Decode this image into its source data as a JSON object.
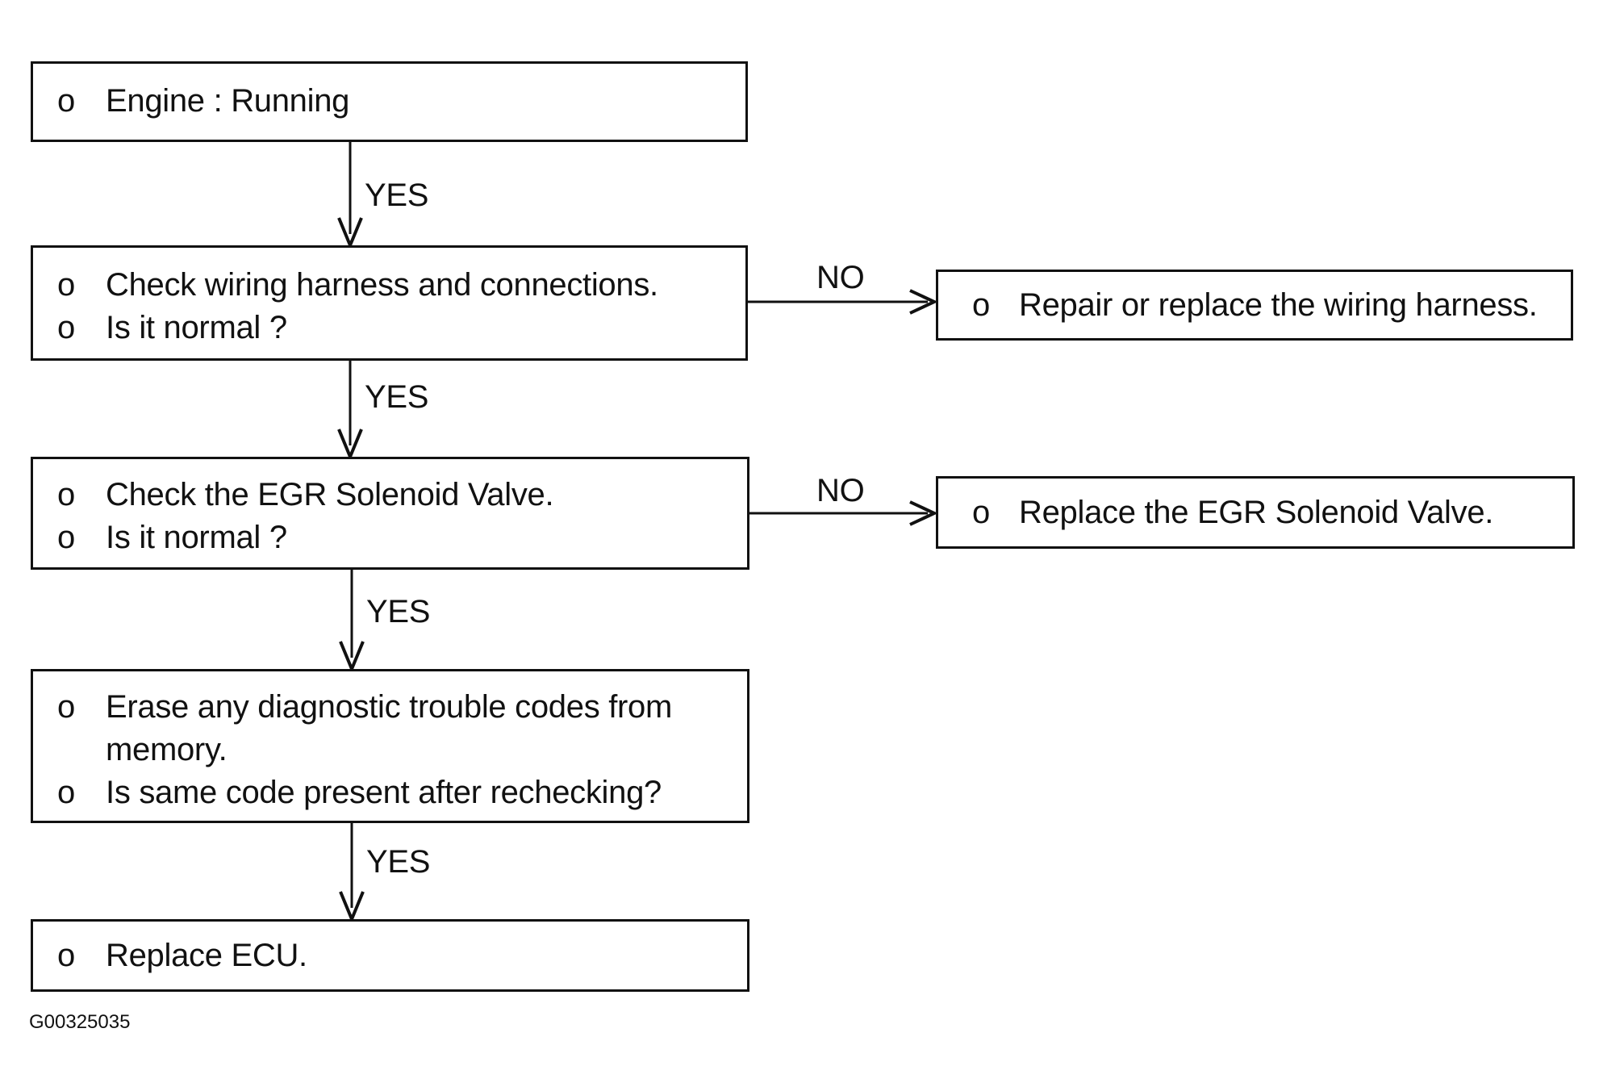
{
  "nodes": {
    "engine_running": {
      "lines": [
        {
          "bullet": "o",
          "text": "Engine : Running"
        }
      ]
    },
    "check_wiring": {
      "lines": [
        {
          "bullet": "o",
          "text": "Check wiring harness and connections."
        },
        {
          "bullet": "o",
          "text": "Is it normal ?"
        }
      ]
    },
    "repair_wiring": {
      "lines": [
        {
          "bullet": "o",
          "text": "Repair or replace the wiring harness."
        }
      ]
    },
    "check_egr": {
      "lines": [
        {
          "bullet": "o",
          "text": "Check the EGR Solenoid Valve."
        },
        {
          "bullet": "o",
          "text": "Is it normal ?"
        }
      ]
    },
    "replace_egr": {
      "lines": [
        {
          "bullet": "o",
          "text": "Replace the EGR Solenoid Valve."
        }
      ]
    },
    "erase_codes": {
      "lines": [
        {
          "bullet": "o",
          "text": "Erase any diagnostic trouble codes from"
        },
        {
          "bullet": "",
          "text": "memory."
        },
        {
          "bullet": "o",
          "text": "Is same code present after rechecking?"
        }
      ]
    },
    "replace_ecu": {
      "lines": [
        {
          "bullet": "o",
          "text": "Replace ECU."
        }
      ]
    }
  },
  "edges": [
    {
      "from": "engine_running",
      "to": "check_wiring",
      "label": "YES"
    },
    {
      "from": "check_wiring",
      "to": "repair_wiring",
      "label": "NO"
    },
    {
      "from": "check_wiring",
      "to": "check_egr",
      "label": "YES"
    },
    {
      "from": "check_egr",
      "to": "replace_egr",
      "label": "NO"
    },
    {
      "from": "check_egr",
      "to": "erase_codes",
      "label": "YES"
    },
    {
      "from": "erase_codes",
      "to": "replace_ecu",
      "label": "YES"
    }
  ],
  "figure_code": "G00325035"
}
